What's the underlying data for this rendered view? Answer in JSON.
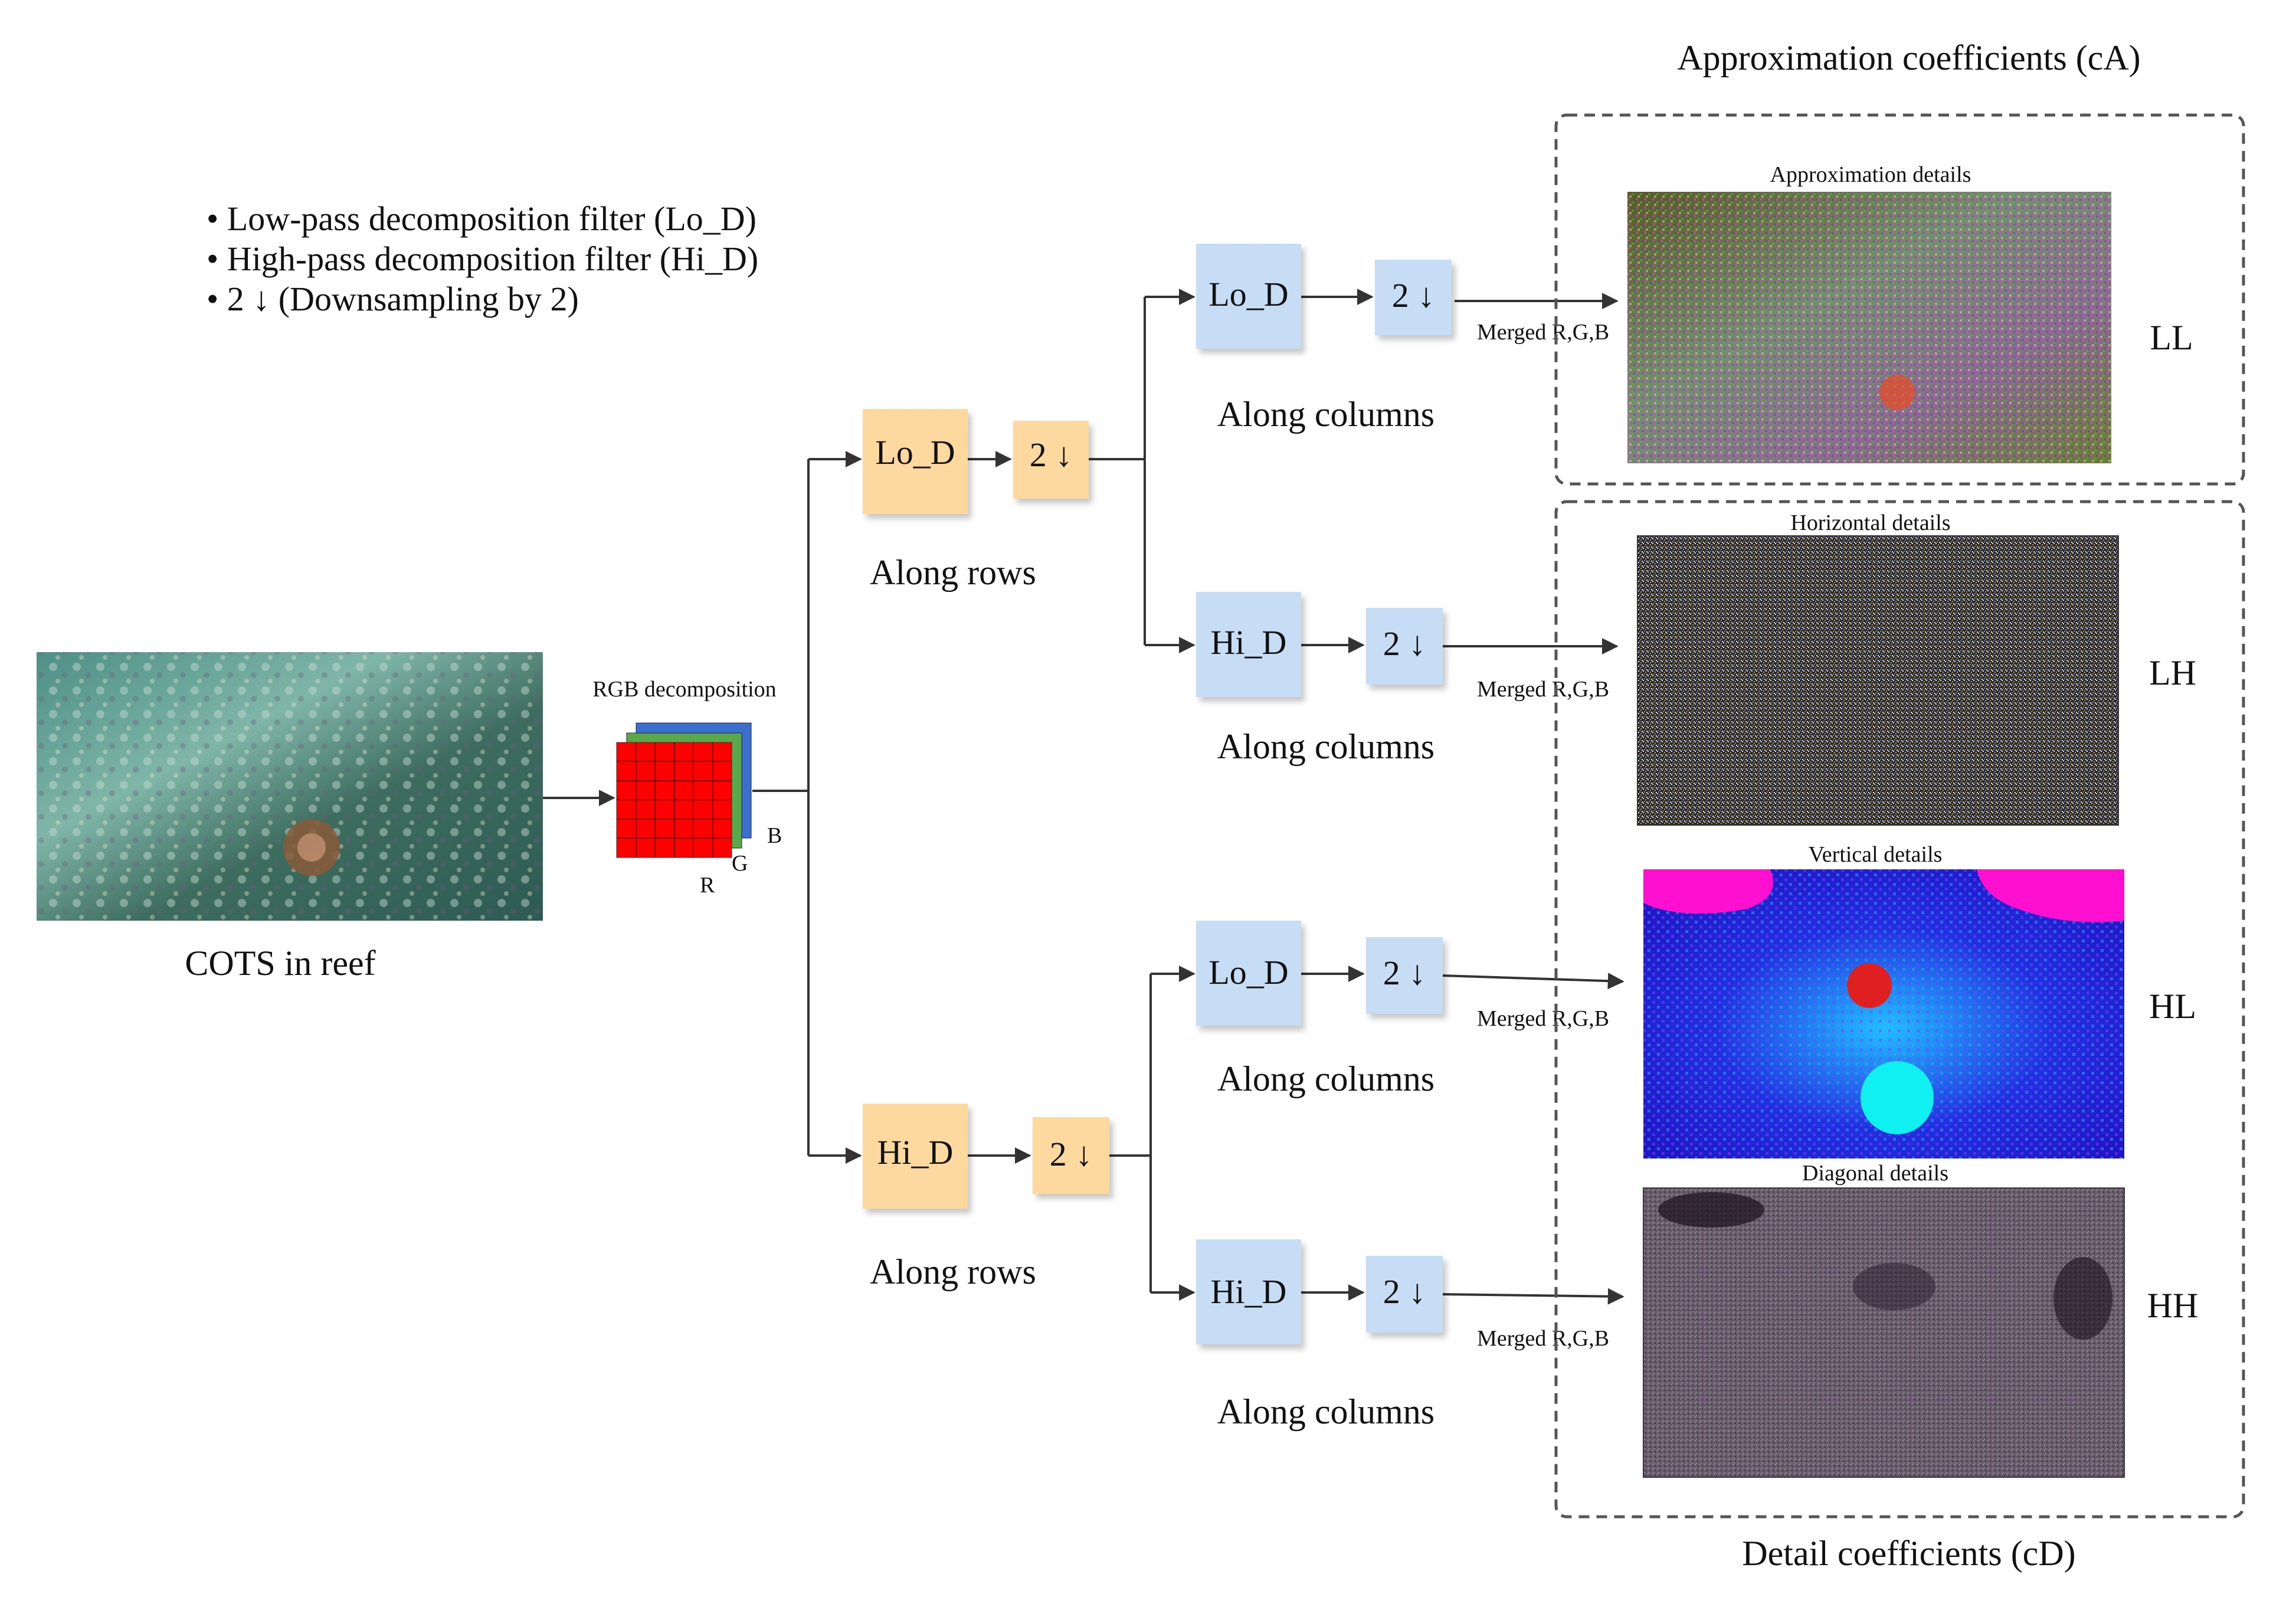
{
  "legend": {
    "items": [
      "• Low-pass decomposition filter (Lo_D)",
      "• High-pass decomposition filter (Hi_D)",
      "• 2 ↓ (Downsampling by 2)"
    ]
  },
  "input": {
    "caption": "COTS in reef"
  },
  "rgb": {
    "title": "RGB decomposition",
    "r": "R",
    "g": "G",
    "b": "B",
    "colors": {
      "r": "#ff0000",
      "g": "#5aa84a",
      "b": "#3a6fd0"
    }
  },
  "stage1": {
    "lo": "Lo_D",
    "hi": "Hi_D",
    "down": "2 ↓",
    "note": "Along rows"
  },
  "stage2": {
    "lo": "Lo_D",
    "hi": "Hi_D",
    "down": "2 ↓",
    "note": "Along columns"
  },
  "merge_label": "Merged R,G,B",
  "groups": {
    "approx_title": "Approximation coefficients (cA)",
    "detail_title": "Detail coefficients (cD)"
  },
  "outputs": [
    {
      "title": "Approximation details",
      "tag": "LL"
    },
    {
      "title": "Horizontal details",
      "tag": "LH"
    },
    {
      "title": "Vertical details",
      "tag": "HL"
    },
    {
      "title": "Diagonal details",
      "tag": "HH"
    }
  ],
  "colors": {
    "orange_box": "#fdd9a0",
    "blue_box": "#c7dcf5",
    "arrow": "#333333"
  }
}
